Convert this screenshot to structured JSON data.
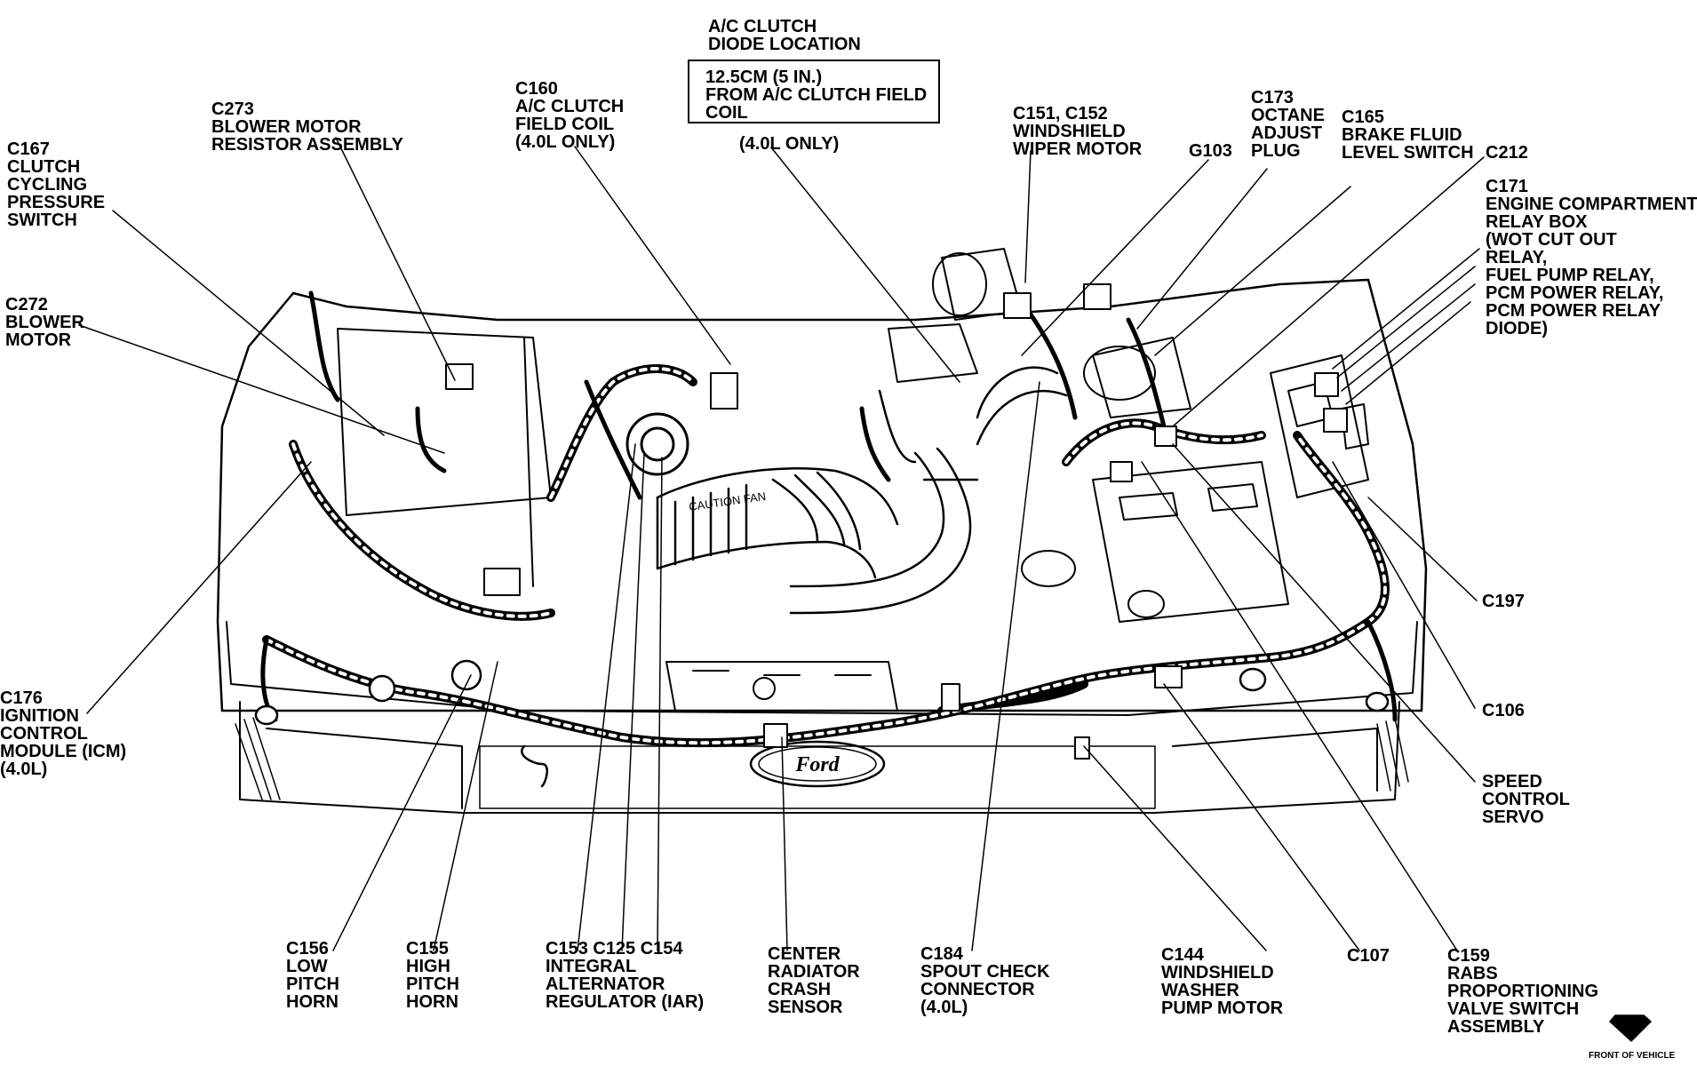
{
  "labels": {
    "ac_clutch_diode_location": "A/C CLUTCH\nDIODE LOCATION",
    "diode_box_text": "12.5CM (5 IN.)\nFROM A/C CLUTCH FIELD\nCOIL",
    "c160": "C160\nA/C CLUTCH\nFIELD COIL\n(4.0L ONLY)",
    "four_l_only": "(4.0L ONLY)",
    "c273": "C273\nBLOWER MOTOR\nRESISTOR ASSEMBLY",
    "c167": "C167\nCLUTCH\nCYCLING\nPRESSURE\nSWITCH",
    "c272": "C272\nBLOWER\nMOTOR",
    "c151_c152": "C151, C152\nWINDSHIELD\nWIPER MOTOR",
    "g103": "G103",
    "c173": "C173\nOCTANE\nADJUST\nPLUG",
    "c165": "C165\nBRAKE FLUID\nLEVEL SWITCH",
    "c212": "C212",
    "c171": "C171\nENGINE COMPARTMENT\nRELAY BOX\n(WOT CUT OUT\nRELAY,\nFUEL PUMP RELAY,\nPCM POWER RELAY,\nPCM POWER RELAY\nDIODE)",
    "c197": "C197",
    "c106": "C106",
    "speed_control_servo": "SPEED\nCONTROL\nSERVO",
    "c176": "C176\nIGNITION\nCONTROL\nMODULE (ICM)\n(4.0L)",
    "c156": "C156\nLOW\nPITCH\nHORN",
    "c155": "C155\nHIGH\nPITCH\nHORN",
    "c153_c125_c154": "C153 C125 C154\nINTEGRAL\nALTERNATOR\nREGULATOR (IAR)",
    "center_sensor": "CENTER\nRADIATOR\nCRASH\nSENSOR",
    "c184": "C184\nSPOUT CHECK\nCONNECTOR\n(4.0L)",
    "c144": "C144\nWINDSHIELD\nWASHER\nPUMP MOTOR",
    "c107": "C107",
    "c159": "C159\nRABS\nPROPORTIONING\nVALVE SWITCH\nASSEMBLY",
    "front_of_vehicle": "FRONT OF VEHICLE",
    "hose_caution": "CAUTION FAN",
    "grille_logo": "Ford"
  }
}
